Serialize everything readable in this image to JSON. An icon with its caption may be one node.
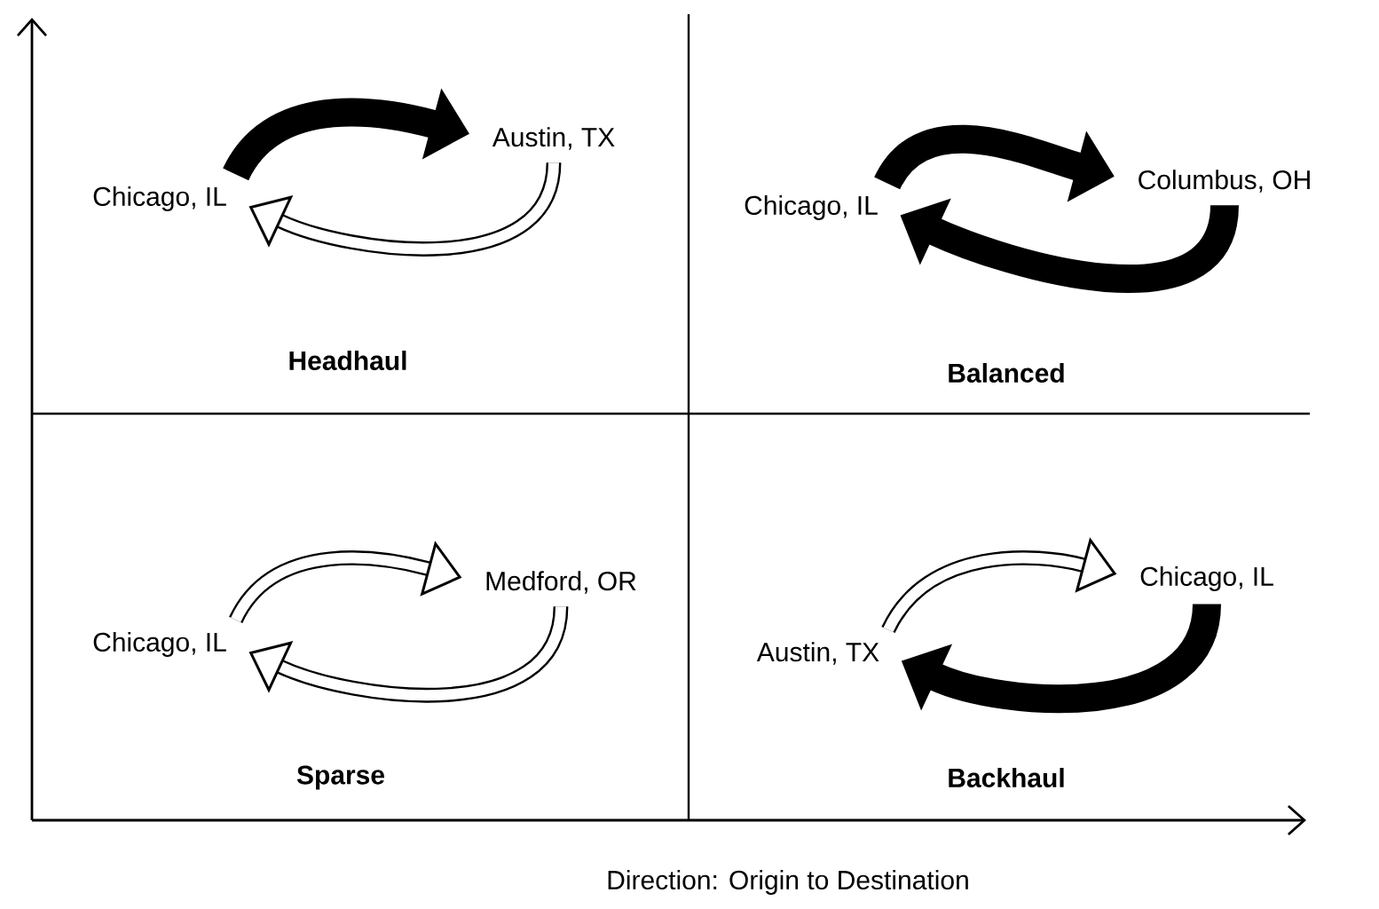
{
  "diagram": {
    "nodes": [
      {
        "text": [
          "Chicago, IL"
        ]
      },
      {
        "text": [
          "Austin, TX"
        ]
      },
      {
        "text": [
          "Chicago, IL"
        ]
      },
      {
        "text": [
          "Columbus, OH"
        ]
      },
      {
        "text": [
          "Chicago, IL"
        ]
      },
      {
        "text": [
          "Medford, OR"
        ]
      },
      {
        "text": [
          "Austin, TX"
        ]
      },
      {
        "text": [
          "Chicago, IL"
        ]
      }
    ],
    "edges": [
      {
        "from": 0,
        "to": 1,
        "arrow": "to",
        "style": "thick"
      },
      {
        "from": 1,
        "to": 0,
        "arrow": "to"
      },
      {
        "from": 2,
        "to": 3,
        "arrow": "to",
        "style": "thick"
      },
      {
        "from": 3,
        "to": 2,
        "arrow": "to",
        "style": "thick"
      },
      {
        "from": 4,
        "to": 5,
        "arrow": "to"
      },
      {
        "from": 5,
        "to": 4,
        "arrow": "to"
      },
      {
        "from": 6,
        "to": 7,
        "arrow": "to"
      },
      {
        "from": 7,
        "to": 6,
        "arrow": "to",
        "style": "thick"
      }
    ],
    "labels": [
      "Headhaul",
      "Balanced",
      "Sparse",
      "Backhaul",
      "Direction: Origin to Destination"
    ]
  }
}
